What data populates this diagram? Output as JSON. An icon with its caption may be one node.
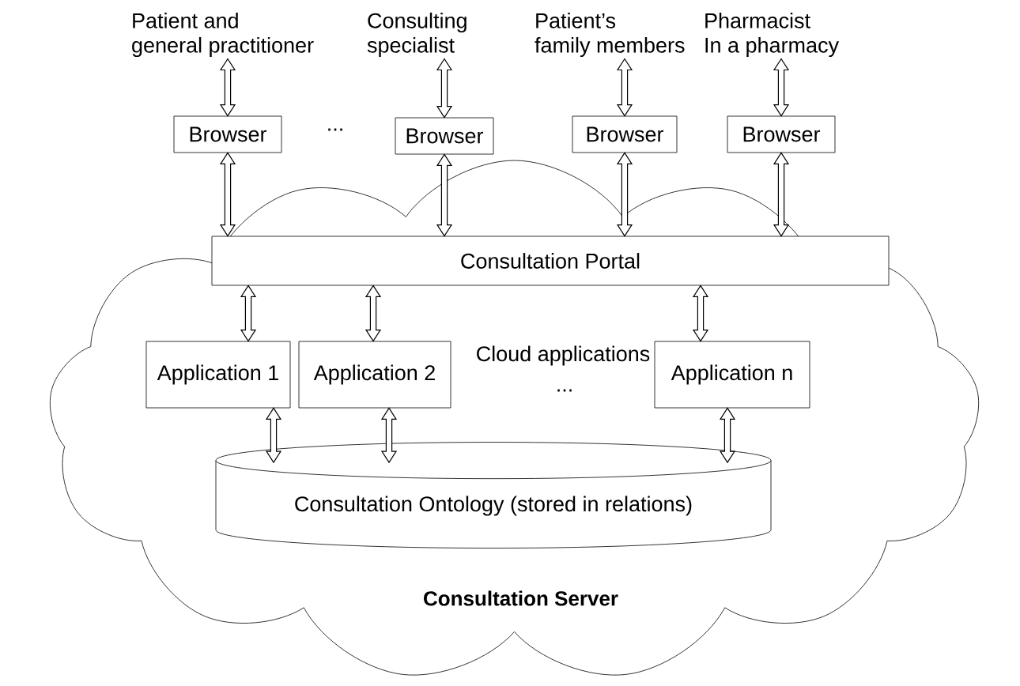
{
  "diagram": {
    "nodes": [
      {
        "text": [
          "Consultation Server"
        ]
      },
      {
        "text": [
          "Patient and general practitioner"
        ]
      },
      {
        "text": [
          "Consulting specialist"
        ]
      },
      {
        "text": [
          "Patient’s family members"
        ]
      },
      {
        "text": [
          "Pharmacist In a pharmacy"
        ]
      },
      {
        "text": [
          "Browser"
        ]
      },
      {
        "text": [
          "Browser"
        ]
      },
      {
        "text": [
          "Browser"
        ]
      },
      {
        "text": [
          "Browser"
        ]
      },
      {
        "text": [
          "Consultation Portal"
        ],
        "in": 0
      },
      {
        "text": [
          "Application 1"
        ],
        "in": 0
      },
      {
        "text": [
          "Application 2"
        ],
        "in": 0
      },
      {
        "text": [
          "Application n"
        ],
        "in": 0
      },
      {
        "text": [
          "Consultation Ontology (stored in relations)"
        ],
        "in": 0
      }
    ],
    "edges": [
      {
        "from": 1,
        "to": 5,
        "arrow": "both"
      },
      {
        "from": 2,
        "to": 6,
        "arrow": "both"
      },
      {
        "from": 3,
        "to": 7,
        "arrow": "both"
      },
      {
        "from": 4,
        "to": 8,
        "arrow": "both"
      },
      {
        "from": 5,
        "to": 9,
        "arrow": "both"
      },
      {
        "from": 6,
        "to": 9,
        "arrow": "both"
      },
      {
        "from": 7,
        "to": 9,
        "arrow": "both"
      },
      {
        "from": 8,
        "to": 9,
        "arrow": "both"
      },
      {
        "from": 9,
        "to": 10,
        "arrow": "both"
      },
      {
        "from": 9,
        "to": 11,
        "arrow": "both"
      },
      {
        "from": 9,
        "to": 12,
        "arrow": "both"
      },
      {
        "from": 10,
        "to": 13,
        "arrow": "both"
      },
      {
        "from": 11,
        "to": 13,
        "arrow": "both"
      },
      {
        "from": 12,
        "to": 13,
        "arrow": "both"
      }
    ],
    "labels": [
      "...",
      "Cloud applications",
      "..."
    ]
  }
}
